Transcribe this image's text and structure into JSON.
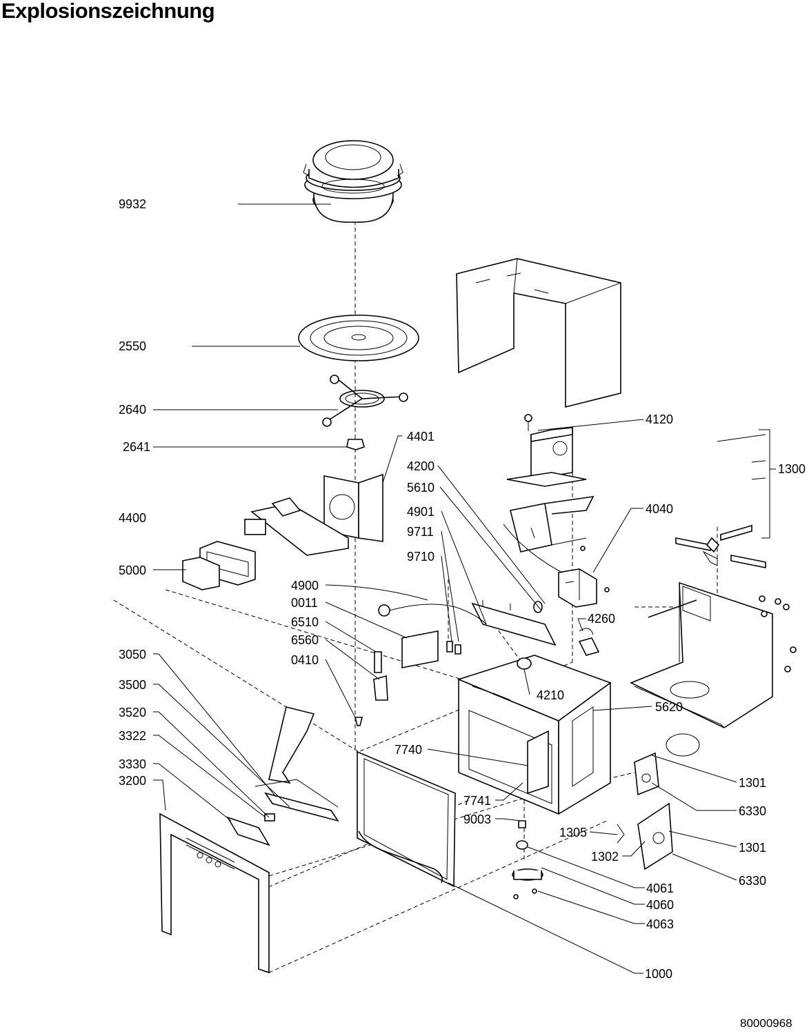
{
  "title": "Explosionszeichnung",
  "document_number": "80000968",
  "labels": {
    "p9932": "9932",
    "p2550": "2550",
    "p2640": "2640",
    "p2641": "2641",
    "p4401": "4401",
    "p4400": "4400",
    "p5000": "5000",
    "p4200": "4200",
    "p5610": "5610",
    "p4901": "4901",
    "p9711": "9711",
    "p9710": "9710",
    "p4900": "4900",
    "p0011": "0011",
    "p6510": "6510",
    "p6560": "6560",
    "p0410": "0410",
    "p3050": "3050",
    "p3500": "3500",
    "p3520": "3520",
    "p3322": "3322",
    "p3330": "3330",
    "p3200": "3200",
    "p4120": "4120",
    "p1300": "1300",
    "p4040": "4040",
    "p4260": "4260",
    "p4210": "4210",
    "p5620": "5620",
    "p7740": "7740",
    "p7741": "7741",
    "p9003": "9003",
    "p1301a": "1301",
    "p6330a": "6330",
    "p1305": "1305",
    "p1301b": "1301",
    "p1302": "1302",
    "p6330b": "6330",
    "p4061": "4061",
    "p4060": "4060",
    "p4063": "4063",
    "p1000": "1000"
  }
}
